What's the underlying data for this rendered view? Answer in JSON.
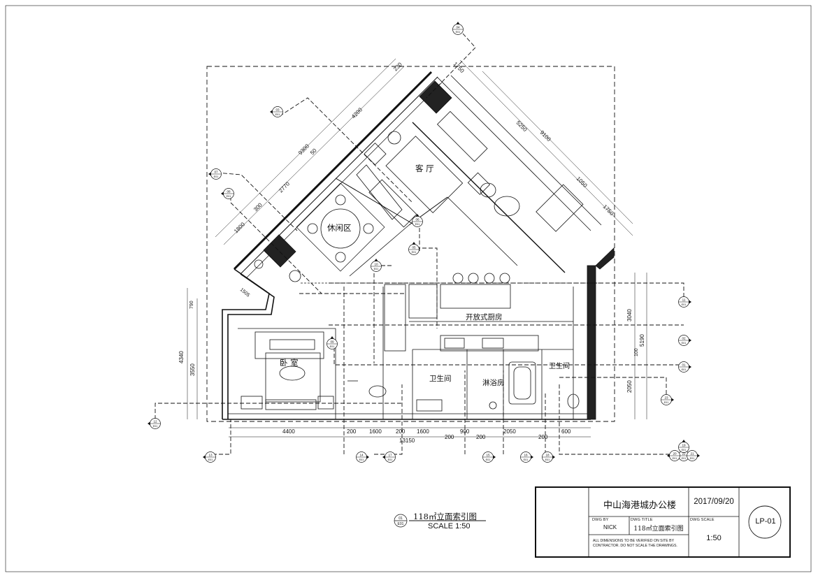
{
  "title_block": {
    "project": "中山海港城办公楼",
    "date": "2017/09/20",
    "dwg_by_label": "DWG BY",
    "dwg_by": "NICK",
    "dwg_title_label": "DWG TITLE",
    "dwg_title": "118㎡立面索引图",
    "dwg_scale_label": "DWG SCALE",
    "dwg_scale": "1:50",
    "note": "ALL DIMENSIONS TO BE VERIFIED ON SITE BY CONTRACTOR. DO NOT SCALE THE DRAWINGS.",
    "sheet_no": "LP-01"
  },
  "plan_title": {
    "title": "118㎡立面索引图",
    "scale": "SCALE 1:50"
  },
  "rooms": {
    "living": "客 厅",
    "lounge": "休闲区",
    "kitchen": "开放式厨房",
    "bedroom": "卧 室",
    "bath1": "卫生间",
    "shower": "淋浴房",
    "bath2": "卫生间"
  },
  "dims": {
    "d9300": "9300",
    "d4200": "4200",
    "d230": "230",
    "d1750a": "1750",
    "d50": "50",
    "d2770": "2770",
    "d300": "300",
    "d1800": "1800",
    "d5250": "5250",
    "d9100": "9100",
    "d1050": "1050",
    "d1750b": "1750",
    "d1505": "1505",
    "d790": "790",
    "d4340": "4340",
    "d3550": "3550",
    "d3040": "3040",
    "d100": "100",
    "d5190": "5190",
    "d2050v": "2050",
    "d4400": "4400",
    "d200a": "200",
    "d1600a": "1600",
    "d200b": "200",
    "d1600b": "1600",
    "d900": "900",
    "d2050h": "2050",
    "d600": "600",
    "d13150": "13150",
    "d200c": "200",
    "d200d": "200",
    "d200e": "200"
  },
  "markers": [
    {
      "id": "04",
      "ref": "E01"
    },
    {
      "id": "03",
      "ref": "E01"
    },
    {
      "id": "07",
      "ref": "E01"
    },
    {
      "id": "08",
      "ref": "E01"
    },
    {
      "id": "06",
      "ref": "E01"
    },
    {
      "id": "05",
      "ref": "E01"
    },
    {
      "id": "10",
      "ref": "E01"
    },
    {
      "id": "09",
      "ref": "E01"
    },
    {
      "id": "11",
      "ref": "E01"
    },
    {
      "id": "02",
      "ref": "E01"
    },
    {
      "id": "22",
      "ref": "E01"
    },
    {
      "id": "01",
      "ref": "E01"
    },
    {
      "id": "23",
      "ref": "E01"
    },
    {
      "id": "12",
      "ref": "E01"
    },
    {
      "id": "13",
      "ref": "E01"
    },
    {
      "id": "14",
      "ref": "E01"
    },
    {
      "id": "17",
      "ref": "E01"
    },
    {
      "id": "15",
      "ref": "E01"
    },
    {
      "id": "16",
      "ref": "E01"
    },
    {
      "id": "18",
      "ref": "E01"
    },
    {
      "id": "19",
      "ref": "E01"
    },
    {
      "id": "20",
      "ref": "E01"
    },
    {
      "id": "21",
      "ref": "E01"
    }
  ],
  "plan_marker": {
    "id": "01",
    "ref": "E01"
  }
}
